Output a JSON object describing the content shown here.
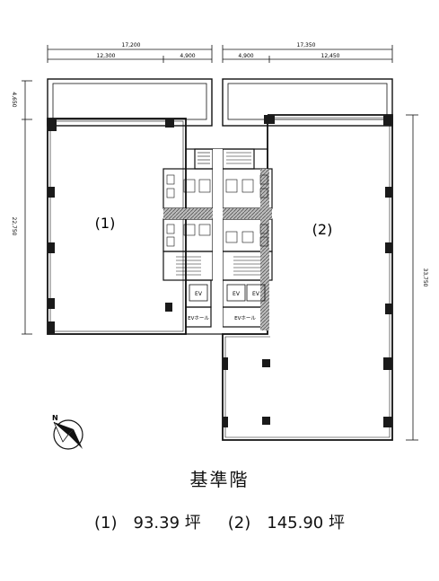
{
  "dimensions": {
    "top_left_total": "17,200",
    "top_left_a": "12,300",
    "top_left_b": "4,900",
    "top_right_total": "17,350",
    "top_right_a": "4,900",
    "top_right_b": "12,450",
    "left_top": "4,650",
    "left_main": "22,750",
    "right_main": "33,750"
  },
  "units": {
    "unit1_label": "(1)",
    "unit2_label": "(2)"
  },
  "rooms": {
    "ev_hall_left": "EVホール",
    "ev_hall_right": "EVホール",
    "ev": "EV"
  },
  "caption": {
    "title": "基準階",
    "unit1": "(1)　93.39 坪",
    "unit2": "(2)　145.90 坪"
  },
  "colors": {
    "line": "#111111",
    "column": "#1a1a1a",
    "hatch": "#555555"
  },
  "icons": {
    "compass": "north-arrow-icon"
  }
}
